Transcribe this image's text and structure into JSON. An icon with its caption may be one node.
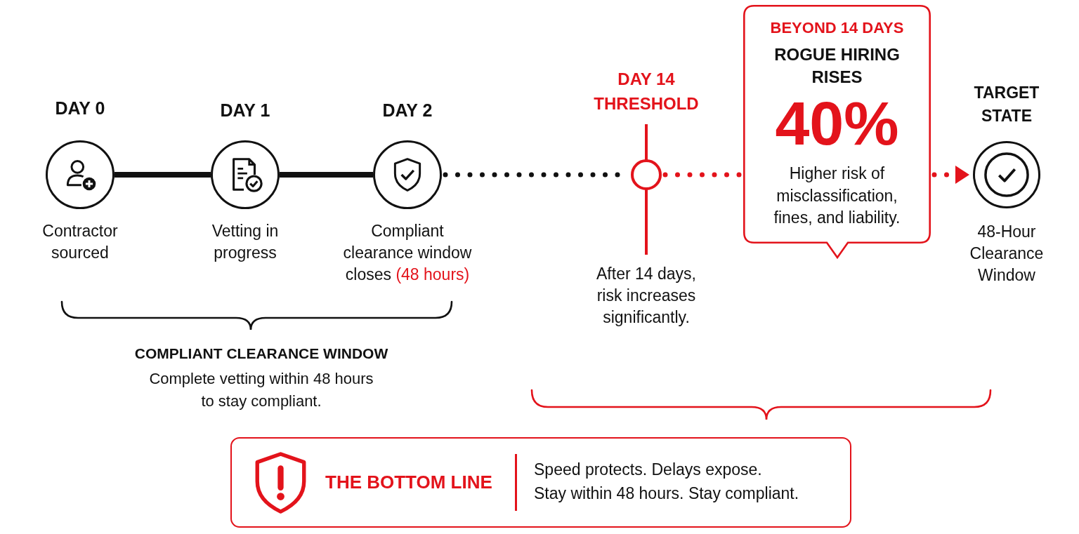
{
  "diagram": {
    "nodes": [
      {
        "text": [
          "DAY 0"
        ],
        "beside": [
          "Contractor sourced"
        ]
      },
      {
        "text": [
          "DAY 1"
        ],
        "beside": [
          "Vetting in progress"
        ]
      },
      {
        "text": [
          "DAY 2"
        ],
        "beside": [
          "Compliant clearance window closes",
          "(48 hours)"
        ]
      },
      {
        "text": [
          "DAY 14 THRESHOLD"
        ],
        "beside": [
          "After 14 days, risk increases significantly."
        ]
      },
      {
        "text": [
          "BEYOND 14 DAYS",
          "ROGUE HIRING RISES",
          "40%",
          "Higher risk of misclassification, fines, and liability."
        ]
      },
      {
        "text": [
          "TARGET STATE"
        ],
        "beside": [
          "48-Hour Clearance Window"
        ]
      },
      {
        "text": [
          "THE BOTTOM LINE",
          "Speed protects. Delays expose.",
          "Stay within 48 hours. Stay compliant."
        ]
      }
    ],
    "edges": [
      {
        "from": 0,
        "to": 1,
        "arrow": "none"
      },
      {
        "from": 1,
        "to": 2,
        "arrow": "none"
      },
      {
        "from": 2,
        "to": 3,
        "arrow": "none",
        "style": "dashed"
      },
      {
        "from": 3,
        "to": 4,
        "arrow": "none",
        "style": "dashed",
        "color": "#e3131b"
      },
      {
        "from": 4,
        "to": 5,
        "arrow": "to",
        "style": "dashed",
        "color": "#e3131b"
      }
    ],
    "labels": [
      "COMPLIANT CLEARANCE WINDOW",
      "Complete vetting within 48 hours to stay compliant."
    ]
  }
}
